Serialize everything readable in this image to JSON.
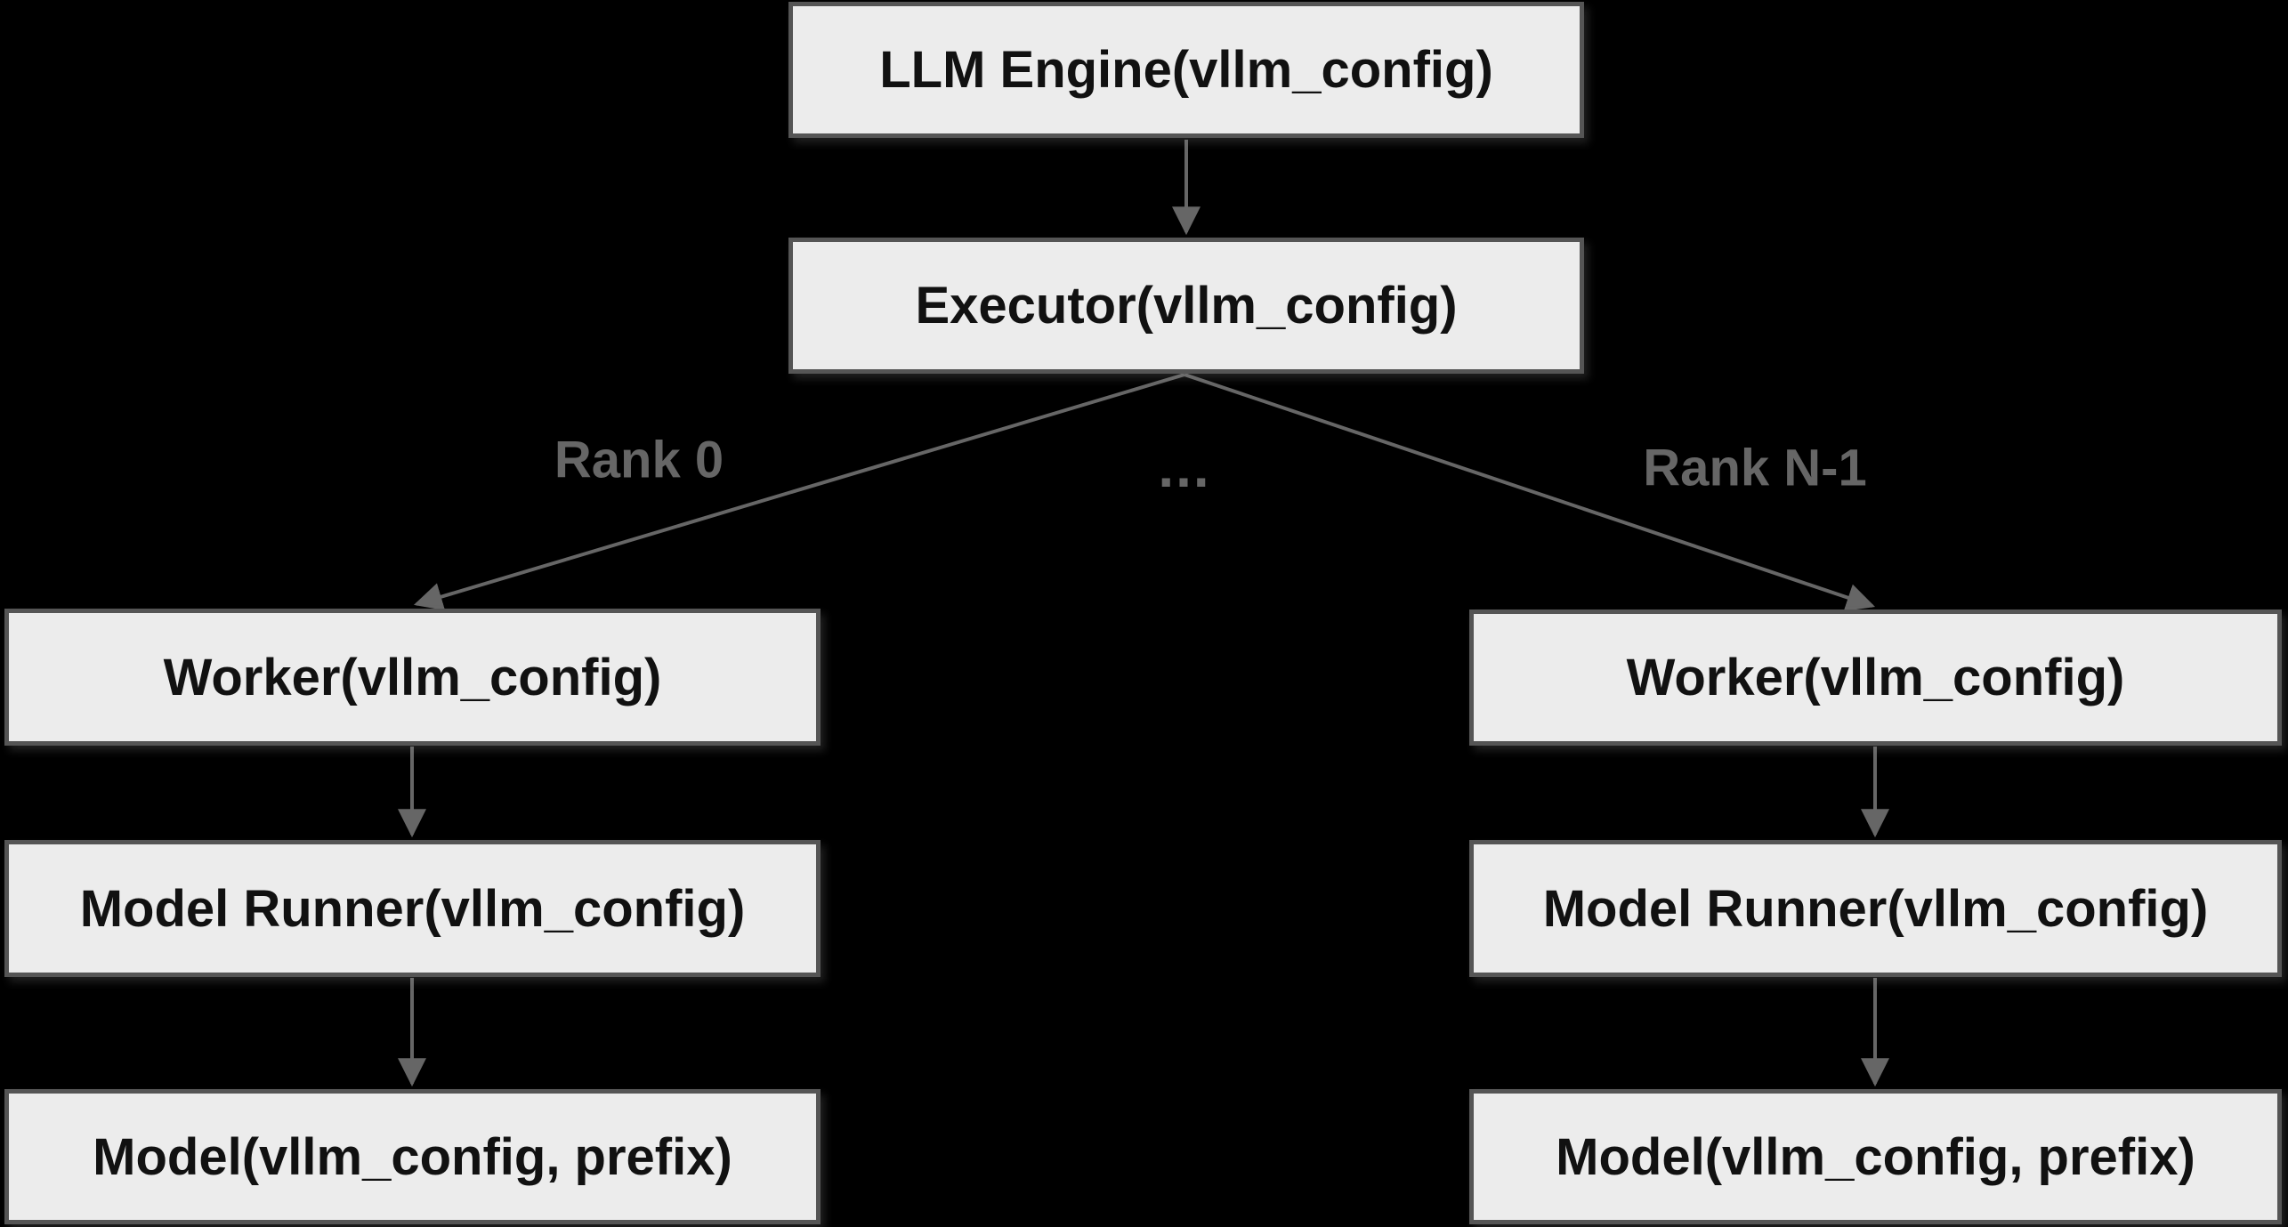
{
  "diagram": {
    "type": "flowchart",
    "colors": {
      "background": "#000000",
      "node_fill": "#ececec",
      "node_border": "#555555",
      "node_text": "#111111",
      "edge_line": "#666666",
      "edge_label_text": "#666666"
    },
    "nodes": {
      "llm_engine": {
        "label": "LLM Engine(vllm_config)"
      },
      "executor": {
        "label": "Executor(vllm_config)"
      },
      "worker_left": {
        "label": "Worker(vllm_config)"
      },
      "worker_right": {
        "label": "Worker(vllm_config)"
      },
      "model_runner_left": {
        "label": "Model Runner(vllm_config)"
      },
      "model_runner_right": {
        "label": "Model Runner(vllm_config)"
      },
      "model_left": {
        "label": "Model(vllm_config, prefix)"
      },
      "model_right": {
        "label": "Model(vllm_config, prefix)"
      }
    },
    "edge_labels": {
      "rank0": "Rank 0",
      "ellipsis": "...",
      "rankn": "Rank N-1"
    }
  }
}
